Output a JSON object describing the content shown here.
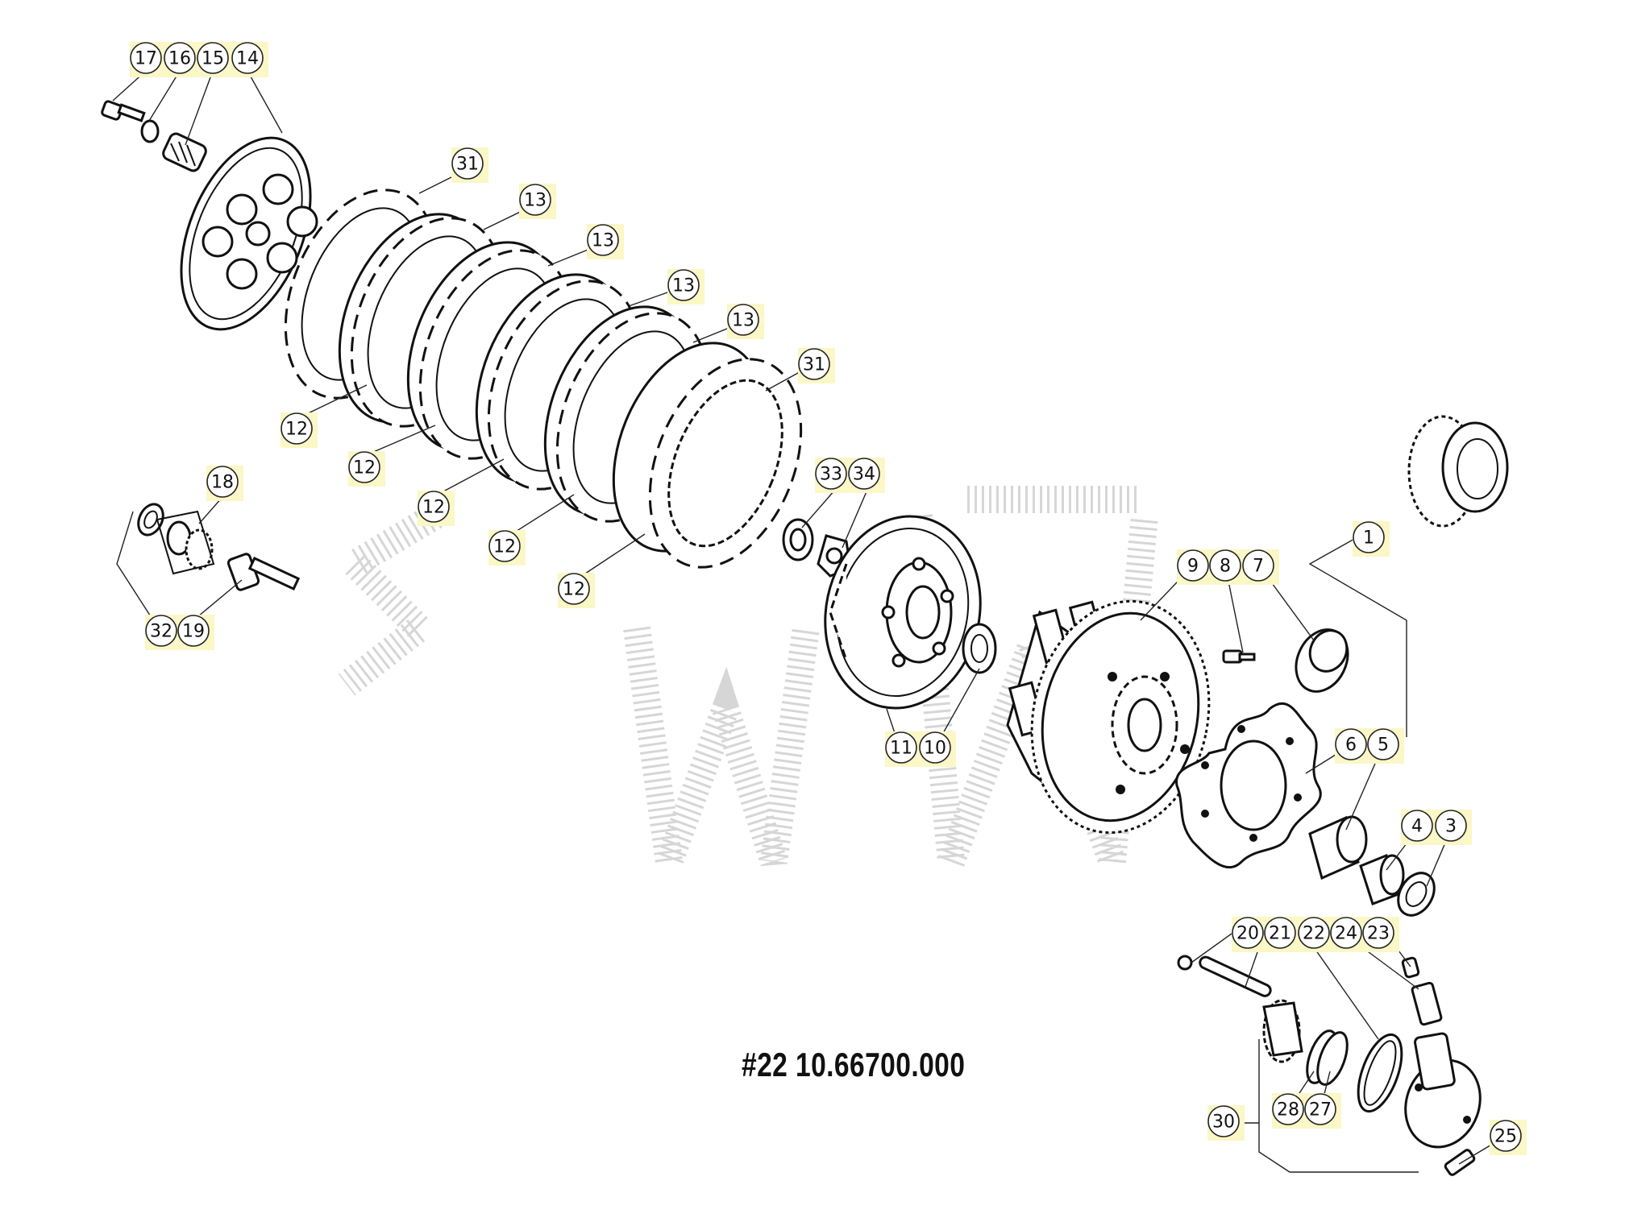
{
  "caption": "#22 10.66700.000",
  "highlight_color": "#fbf7c6",
  "selected_ring_color": "#1a3fd8",
  "callouts": [
    "17",
    "16",
    "15",
    "14",
    "31",
    "13",
    "13",
    "13",
    "13",
    "31",
    "12",
    "12",
    "12",
    "12",
    "12",
    "18",
    "33",
    "34",
    "32",
    "19",
    "1",
    "9",
    "8",
    "7",
    "11",
    "10",
    "6",
    "5",
    "4",
    "3",
    "20",
    "21",
    "22",
    "24",
    "23",
    "30",
    "28",
    "27",
    "25"
  ],
  "selected_callout": "22"
}
